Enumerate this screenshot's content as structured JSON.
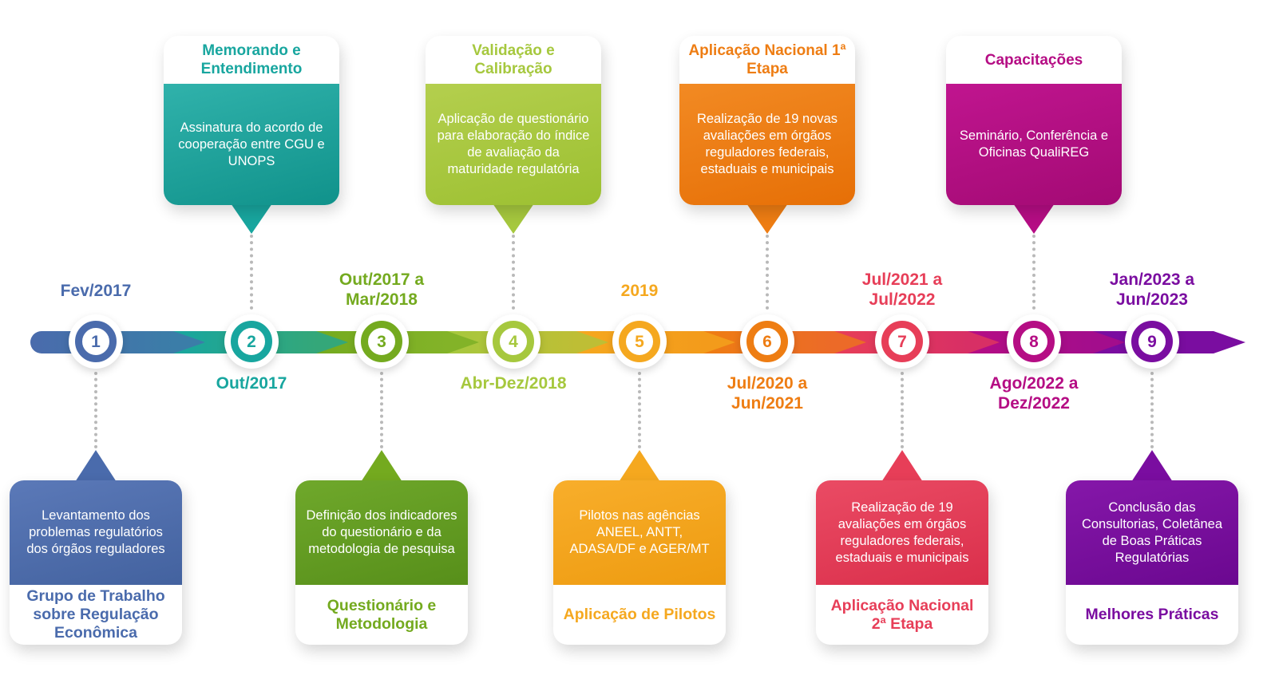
{
  "background_color": "#ffffff",
  "connector_color": "#b9b9b9",
  "milestones": [
    {
      "number": "1",
      "date": "Fev/2017",
      "title": "Grupo de Trabalho sobre Regulação Econômica",
      "body": "Levantamento dos problemas regulatórios dos órgãos reguladores",
      "card_position": "bottom",
      "color": "#4a6bac",
      "color_light": "#5b79b8",
      "color_dark": "#43629f"
    },
    {
      "number": "2",
      "date": "Out/2017",
      "title": "Memorando e Entendimento",
      "body": "Assinatura do acordo de cooperação entre CGU e UNOPS",
      "card_position": "top",
      "color": "#18a69f",
      "color_light": "#30b2ab",
      "color_dark": "#10928b"
    },
    {
      "number": "3",
      "date": "Out/2017 a\nMar/2018",
      "title": "Questionário e Metodologia",
      "body": "Definição dos indicadores do questionário e da metodologia de pesquisa",
      "card_position": "bottom",
      "color": "#74aa1f",
      "color_light": "#6fa82b",
      "color_dark": "#578f1a"
    },
    {
      "number": "4",
      "date": "Abr-Dez/2018",
      "title": "Validação e Calibração",
      "body": "Aplicação de questionário para elaboração do índice de avaliação da maturidade regulatória",
      "card_position": "top",
      "color": "#a6c83e",
      "color_light": "#b4cf4e",
      "color_dark": "#9cc031"
    },
    {
      "number": "5",
      "date": "2019",
      "title": "Aplicação de Pilotos",
      "body": "Pilotos nas agências ANEEL, ANTT, ADASA/DF e AGER/MT",
      "card_position": "bottom",
      "color": "#f5a81f",
      "color_light": "#f8ae2b",
      "color_dark": "#ee9b10"
    },
    {
      "number": "6",
      "date": "Jul/2020 a\nJun/2021",
      "title": "Aplicação Nacional 1ª Etapa",
      "body": "Realização de 19 novas avaliações em órgãos reguladores federais, estaduais e municipais",
      "card_position": "top",
      "color": "#ee7d13",
      "color_light": "#f28a23",
      "color_dark": "#e66f06"
    },
    {
      "number": "7",
      "date": "Jul/2021 a\nJul/2022",
      "title": "Aplicação Nacional 2ª Etapa",
      "body": "Realização de 19 avaliações em órgãos reguladores federais, estaduais e municipais",
      "card_position": "bottom",
      "color": "#e73e58",
      "color_light": "#ea4b64",
      "color_dark": "#da2f4b"
    },
    {
      "number": "8",
      "date": "Ago/2022 a\nDez/2022",
      "title": "Capacitações",
      "body": "Seminário, Conferência e Oficinas QualiREG",
      "card_position": "top",
      "color": "#b50d84",
      "color_light": "#c0158f",
      "color_dark": "#a30a74"
    },
    {
      "number": "9",
      "date": "Jan/2023 a\nJun/2023",
      "title": "Melhores Práticas",
      "body": "Conclusão das Consultorias, Coletânea de Boas Práticas Regulatórias",
      "card_position": "bottom",
      "color": "#7a0da0",
      "color_light": "#8517a9",
      "color_dark": "#6b0890"
    }
  ]
}
